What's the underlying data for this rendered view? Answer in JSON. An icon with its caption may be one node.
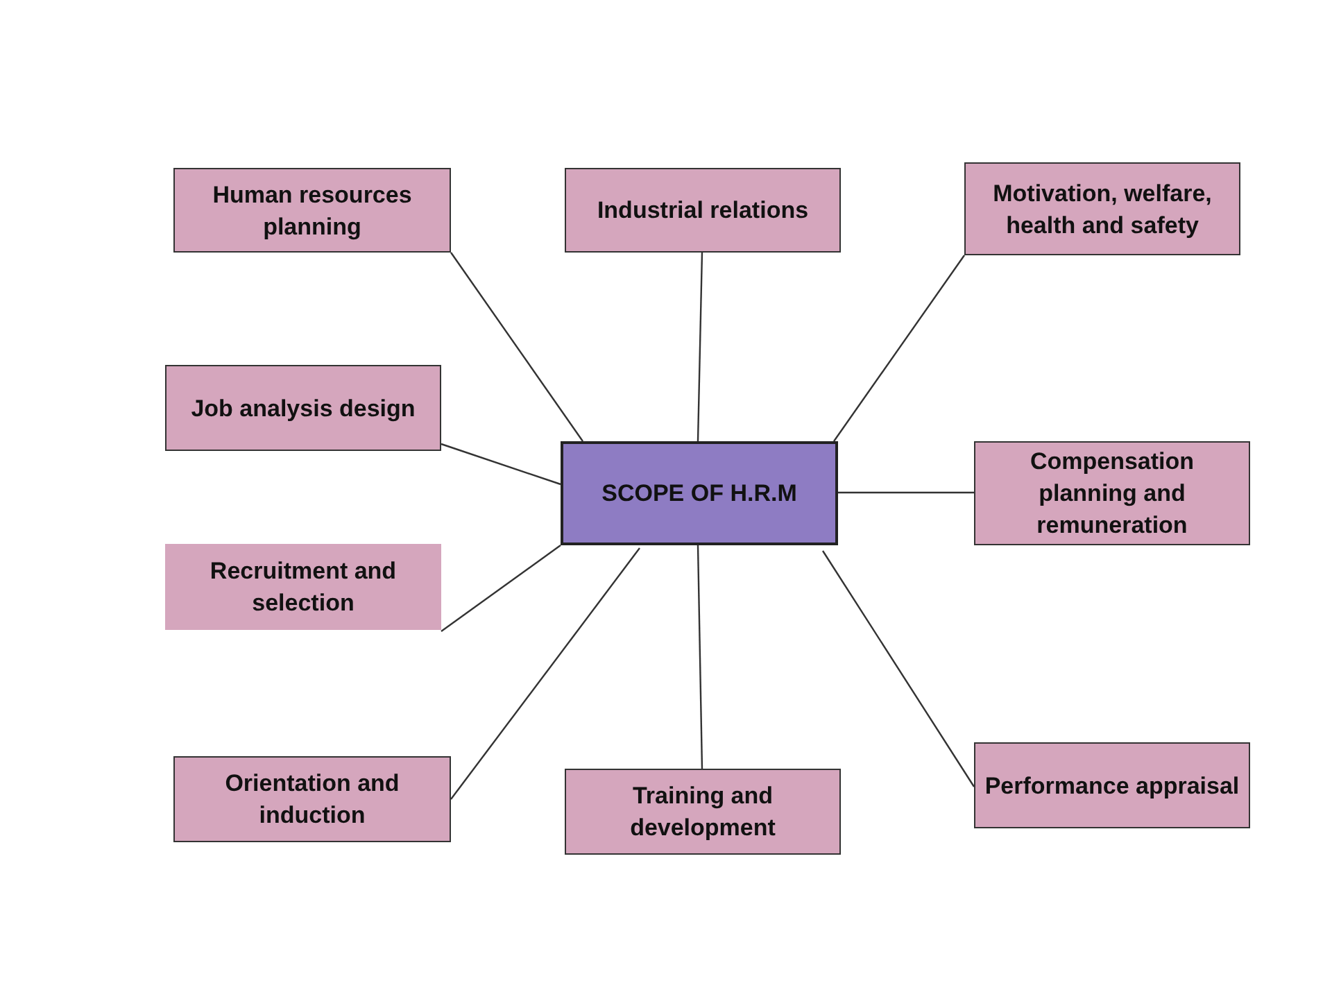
{
  "diagram": {
    "nodes": [
      {
        "text": [
          "Human resources planning"
        ]
      },
      {
        "text": [
          "Industrial relations"
        ]
      },
      {
        "text": [
          "Motivation, welfare, health and safety"
        ]
      },
      {
        "text": [
          "Job analysis design"
        ]
      },
      {
        "text": [
          "SCOPE OF H.R.M"
        ]
      },
      {
        "text": [
          "Compensation planning and remuneration"
        ]
      },
      {
        "text": [
          "Recruitment and selection"
        ]
      },
      {
        "text": [
          "Orientation and induction"
        ]
      },
      {
        "text": [
          "Training and development"
        ]
      },
      {
        "text": [
          "Performance appraisal"
        ]
      }
    ],
    "edges": [
      {
        "from": 0,
        "to": 4,
        "arrow": "none"
      },
      {
        "from": 1,
        "to": 4,
        "arrow": "none"
      },
      {
        "from": 2,
        "to": 4,
        "arrow": "none"
      },
      {
        "from": 3,
        "to": 4,
        "arrow": "none"
      },
      {
        "from": 5,
        "to": 4,
        "arrow": "none"
      },
      {
        "from": 6,
        "to": 4,
        "arrow": "none"
      },
      {
        "from": 7,
        "to": 4,
        "arrow": "none"
      },
      {
        "from": 8,
        "to": 4,
        "arrow": "none"
      },
      {
        "from": 9,
        "to": 4,
        "arrow": "none"
      }
    ]
  }
}
